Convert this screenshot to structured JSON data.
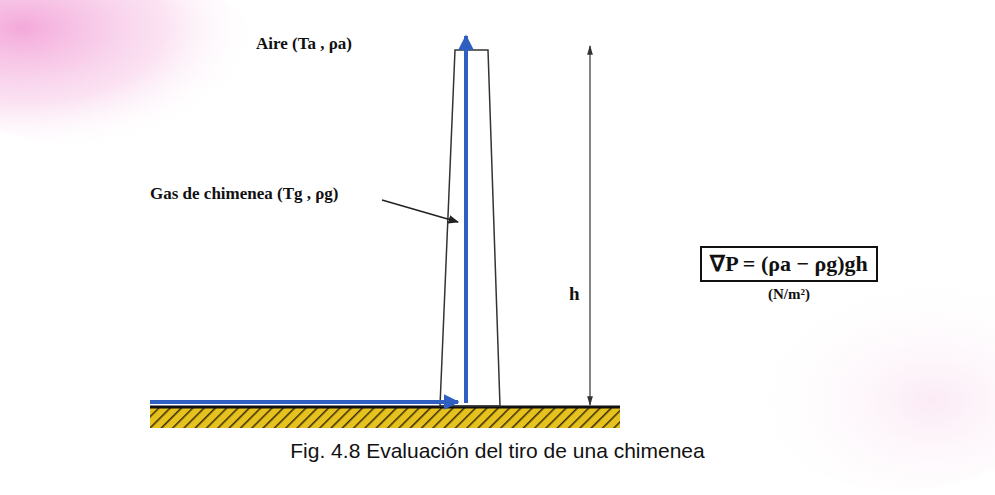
{
  "diagram": {
    "caption": "Fig. 4.8 Evaluación del tiro de una chimenea",
    "nodes": [
      {
        "text": [
          "∇P = (ρa − ρg)gh",
          "(N/m²)"
        ]
      }
    ],
    "labels": [
      "Aire (Ta , ρa)",
      "Gas de chimenea (Tg , ρg)",
      "h"
    ]
  }
}
